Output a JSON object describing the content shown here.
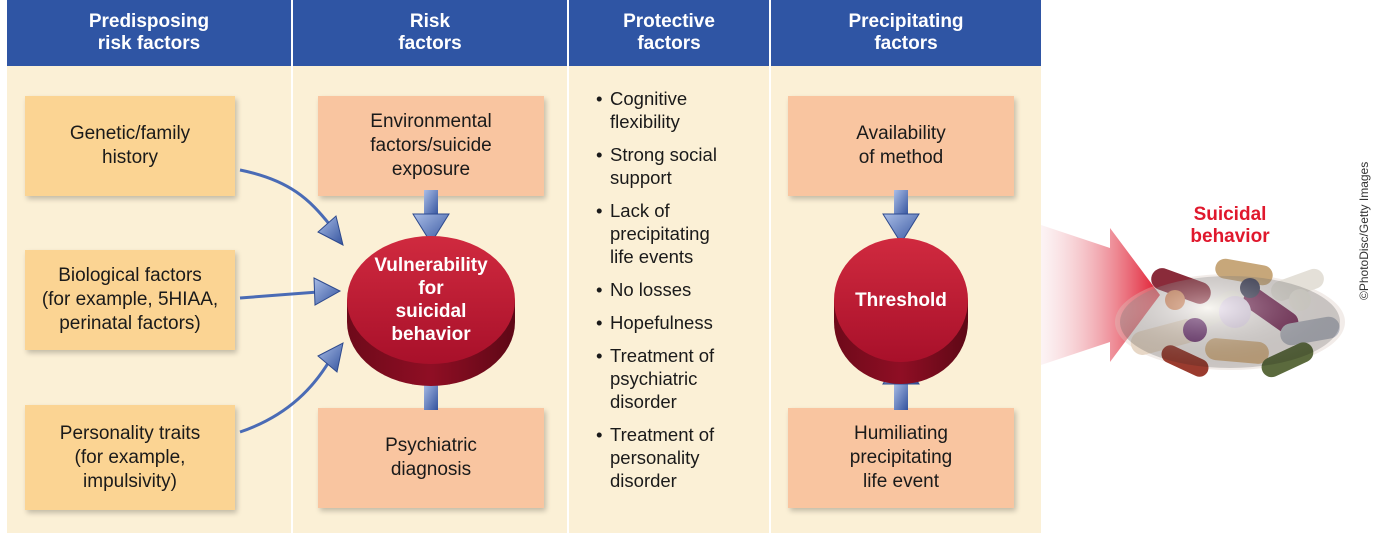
{
  "columns": [
    {
      "header": "Predisposing\nrisk factors"
    },
    {
      "header": "Risk\nfactors"
    },
    {
      "header": "Protective\nfactors"
    },
    {
      "header": "Precipitating\nfactors"
    }
  ],
  "predisposing": {
    "genetic": "Genetic/family\nhistory",
    "biological": "Biological factors\n(for example, 5HIAA,\nperinatal factors)",
    "personality": "Personality traits\n(for example,\nimpulsivity)"
  },
  "risk": {
    "environmental": "Environmental\nfactors/suicide\nexposure",
    "vulnerability": "Vulnerability\nfor\nsuicidal\nbehavior",
    "psychiatric": "Psychiatric\ndiagnosis"
  },
  "protective": [
    "Cognitive\nflexibility",
    "Strong social\nsupport",
    "Lack of\nprecipitating\nlife events",
    "No losses",
    "Hopefulness",
    "Treatment of\npsychiatric\ndisorder",
    "Treatment of\npersonality\ndisorder"
  ],
  "precipitating": {
    "availability": "Availability\nof method",
    "threshold": "Threshold",
    "humiliating": "Humiliating\nprecipitating\nlife event"
  },
  "outcome": "Suicidal\nbehavior",
  "credit": "©PhotoDisc/Getty Images",
  "colors": {
    "header": "#2f55a4",
    "column_bg": "#fbf0d6",
    "cylinder": "#b5142b",
    "arrow": "#4a6bb5",
    "outcome": "#e0182d"
  }
}
